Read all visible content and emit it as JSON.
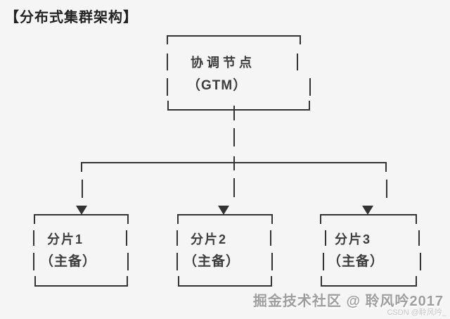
{
  "title": "【分布式集群架构】",
  "colors": {
    "background": "#f5f5f6",
    "line": "#333333",
    "node_text": "#3d3d3d",
    "title_text": "#232323",
    "watermark_primary": "#9e9e9e",
    "watermark_secondary": "#c6c6c6"
  },
  "diagram": {
    "coordinator": {
      "name": "协调节点",
      "role": "（GTM）"
    },
    "shards": [
      {
        "name": "分片1",
        "role": "（主备）"
      },
      {
        "name": "分片2",
        "role": "（主备）"
      },
      {
        "name": "分片3",
        "role": "（主备）"
      }
    ]
  },
  "watermarks": {
    "primary": "掘金技术社区 @ 聆风吟2017",
    "secondary": "CSDN @聆风吟_"
  }
}
